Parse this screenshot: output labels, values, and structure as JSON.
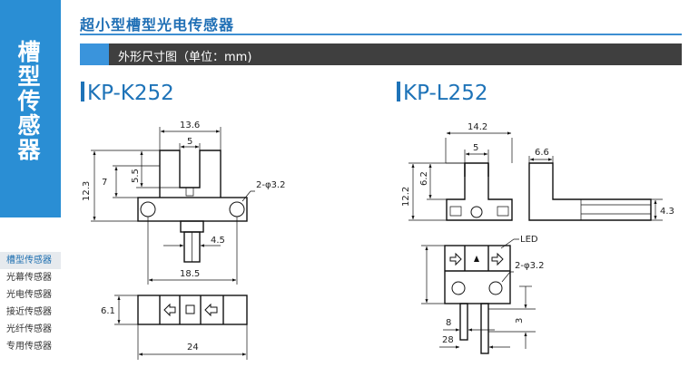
{
  "sidebar": {
    "title_chars": [
      "槽",
      "型",
      "传",
      "感",
      "器"
    ],
    "nav": [
      {
        "label": "槽型传感器",
        "active": true
      },
      {
        "label": "光幕传感器",
        "active": false
      },
      {
        "label": "光电传感器",
        "active": false
      },
      {
        "label": "接近传感器",
        "active": false
      },
      {
        "label": "光纤传感器",
        "active": false
      },
      {
        "label": "专用传感器",
        "active": false
      }
    ]
  },
  "header": {
    "title": "超小型槽型光电传感器",
    "section": "外形尺寸图（单位：mm)"
  },
  "models": {
    "left": {
      "name": "KP-K252",
      "dims": {
        "width_top": "13.6",
        "slot": "5",
        "height_total": "12.3",
        "height_mid": "7",
        "slot_depth": "5.5",
        "holes": "2-φ3.2",
        "pin": "4.5",
        "hole_pitch": "18.5",
        "thickness": "6.1",
        "length": "24"
      }
    },
    "right": {
      "name": "KP-L252",
      "dims": {
        "width_top": "14.2",
        "slot": "5",
        "height_total": "12.2",
        "slot_depth": "6.2",
        "side_width": "6.6",
        "side_height": "4.3",
        "led": "LED",
        "holes": "2-φ3.2",
        "pin_gap": "3",
        "pin_pitch": "8",
        "pin_span": "28"
      }
    }
  },
  "colors": {
    "accent": "#2a8ed4",
    "title": "#1f6fb5",
    "bar": "#3f3f3f"
  }
}
